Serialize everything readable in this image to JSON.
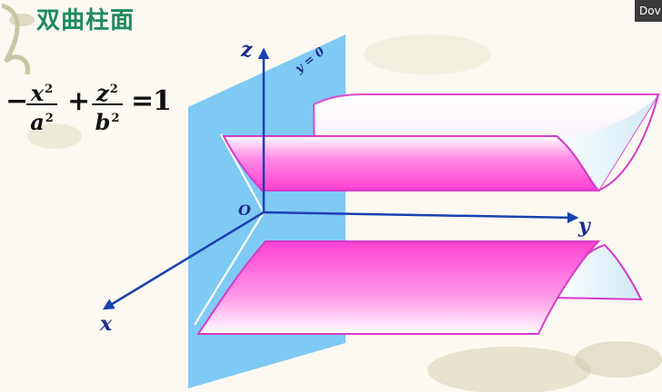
{
  "title": "双曲柱面",
  "corner_badge": "Dov",
  "equation": {
    "lead_sign": "−",
    "term1": {
      "num": "x",
      "den": "a",
      "exp": "2"
    },
    "plus": "+",
    "term2": {
      "num": "z",
      "den": "b",
      "exp": "2"
    },
    "equals": "=",
    "rhs": "1"
  },
  "axes": {
    "x": "x",
    "y": "y",
    "z": "z",
    "origin": "O"
  },
  "plane_label": "y = 0",
  "colors": {
    "title": "#1f8a5c",
    "plane": "#7ecaf4",
    "axis": "#1b3fb0",
    "surface": "#ff4fd6",
    "surface_edge": "#d63ac8",
    "inner": "#dff2f8"
  }
}
